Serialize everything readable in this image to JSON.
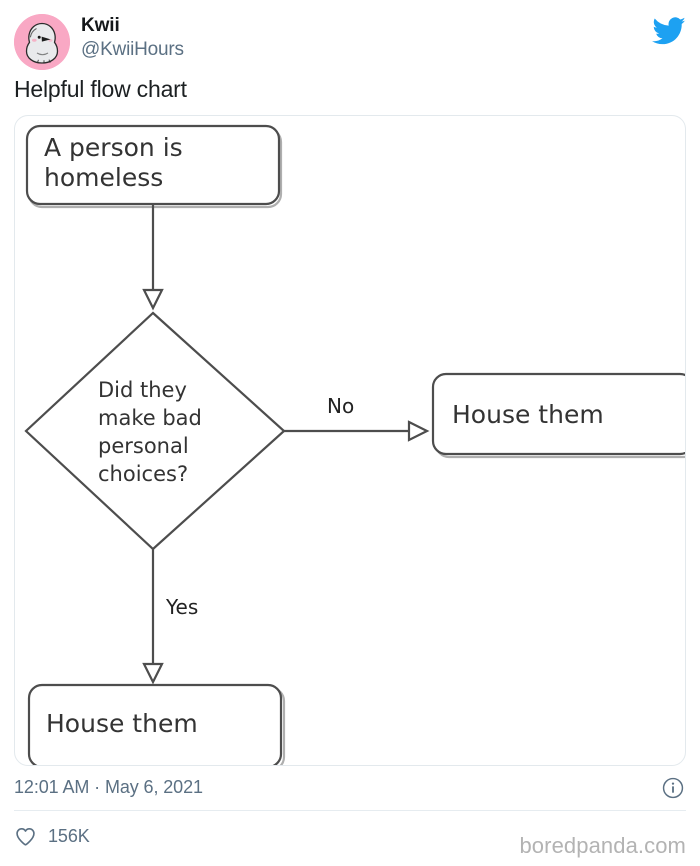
{
  "tweet": {
    "display_name": "Kwii",
    "handle": "@KwiiHours",
    "text": "Helpful flow chart",
    "timestamp": "12:01 AM · May 6, 2021",
    "like_count": "156K",
    "avatar_bg": "#f9a8c4",
    "brand_color": "#1da1f2",
    "meta_text_color": "#5b7083"
  },
  "watermark": {
    "label": "boredpanda.com",
    "color": "#b3b3b3"
  },
  "chart_data": {
    "type": "diagram",
    "title": "Helpful flow chart",
    "nodes": [
      {
        "id": "start",
        "shape": "rounded-rect",
        "label": "A person is homeless"
      },
      {
        "id": "decide",
        "shape": "diamond",
        "label": "Did they make bad personal choices?"
      },
      {
        "id": "house_no",
        "shape": "rounded-rect",
        "label": "House them"
      },
      {
        "id": "house_yes",
        "shape": "rounded-rect",
        "label": "House them"
      }
    ],
    "edges": [
      {
        "from": "start",
        "to": "decide",
        "label": ""
      },
      {
        "from": "decide",
        "to": "house_no",
        "label": "No"
      },
      {
        "from": "decide",
        "to": "house_yes",
        "label": "Yes"
      }
    ],
    "node_labels": {
      "start_line1": "A person is",
      "start_line2": "homeless",
      "decide_line1": "Did they",
      "decide_line2": "make bad",
      "decide_line3": "personal",
      "decide_line4": "choices?",
      "house_no": "House them",
      "house_yes": "House them"
    },
    "edge_labels": {
      "no": "No",
      "yes": "Yes"
    },
    "stroke_color": "#4d4d4d",
    "fill_color": "#ffffff",
    "text_color": "#333333"
  }
}
